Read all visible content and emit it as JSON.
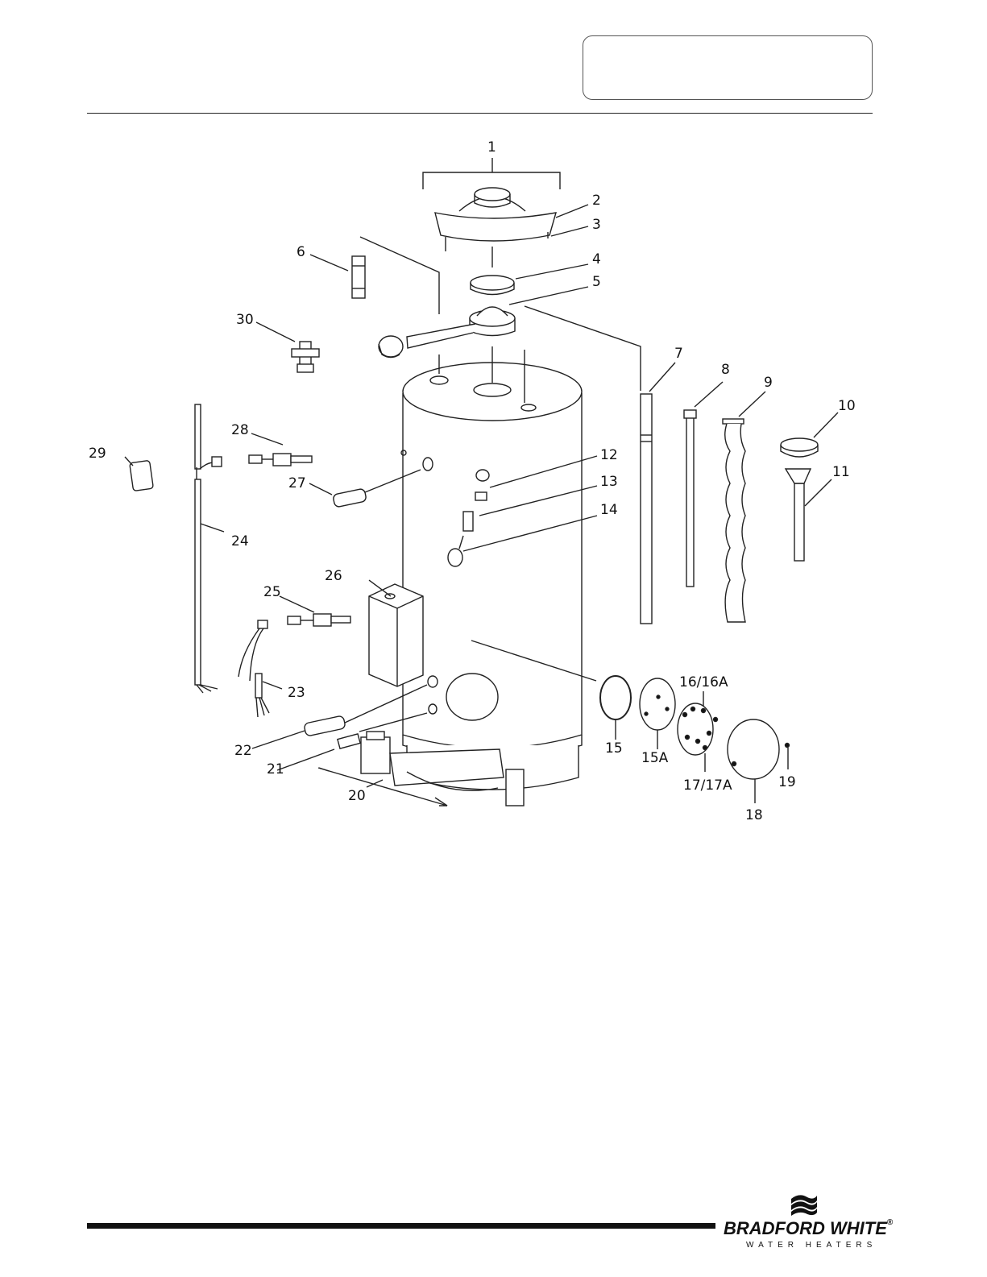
{
  "brand": {
    "name": "BRADFORD WHITE",
    "registered": "®",
    "tagline": "WATER HEATERS"
  },
  "callouts": {
    "c1": "1",
    "c2": "2",
    "c3": "3",
    "c4": "4",
    "c5": "5",
    "c6": "6",
    "c7": "7",
    "c8": "8",
    "c9": "9",
    "c10": "10",
    "c11": "11",
    "c12": "12",
    "c13": "13",
    "c14": "14",
    "c15": "15",
    "c15a": "15A",
    "c16": "16/16A",
    "c17": "17/17A",
    "c18": "18",
    "c19": "19",
    "c20": "20",
    "c21": "21",
    "c22": "22",
    "c23": "23",
    "c24": "24",
    "c25": "25",
    "c26": "26",
    "c27": "27",
    "c28": "28",
    "c29": "29",
    "c30": "30"
  },
  "colors": {
    "ink": "#111111",
    "fill": "#ffffff",
    "shade": "#d9d9d9"
  }
}
